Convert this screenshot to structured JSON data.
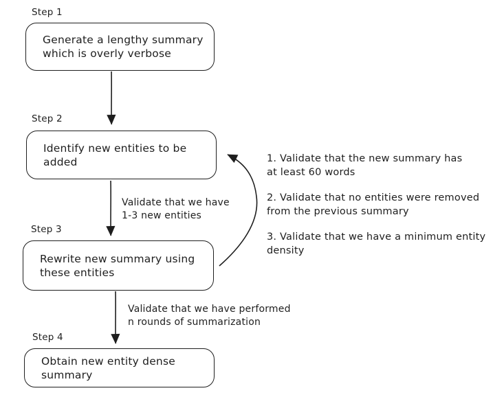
{
  "diagram": {
    "colors": {
      "stroke": "#1e1e1e",
      "background": "#ffffff"
    },
    "steps": [
      {
        "label": "Step 1",
        "lines": [
          "Generate a lengthy summary",
          "which is overly verbose"
        ]
      },
      {
        "label": "Step 2",
        "lines": [
          "Identify new entities to be",
          "added"
        ]
      },
      {
        "label": "Step 3",
        "lines": [
          "Rewrite new summary using",
          "these entities"
        ]
      },
      {
        "label": "Step 4",
        "lines": [
          "Obtain new entity dense",
          "summary"
        ]
      }
    ],
    "edge_labels": [
      {
        "lines": [
          "Validate that we have",
          "1-3 new entities"
        ]
      },
      {
        "lines": [
          "Validate that we have performed",
          "n rounds of summarization"
        ]
      }
    ],
    "loop_notes": [
      {
        "lines": [
          "1. Validate that the new summary has",
          "at least 60 words"
        ]
      },
      {
        "lines": [
          "2. Validate that no entities were removed",
          "from the previous summary"
        ]
      },
      {
        "lines": [
          "3. Validate that we have a minimum entity",
          "density"
        ]
      }
    ]
  }
}
